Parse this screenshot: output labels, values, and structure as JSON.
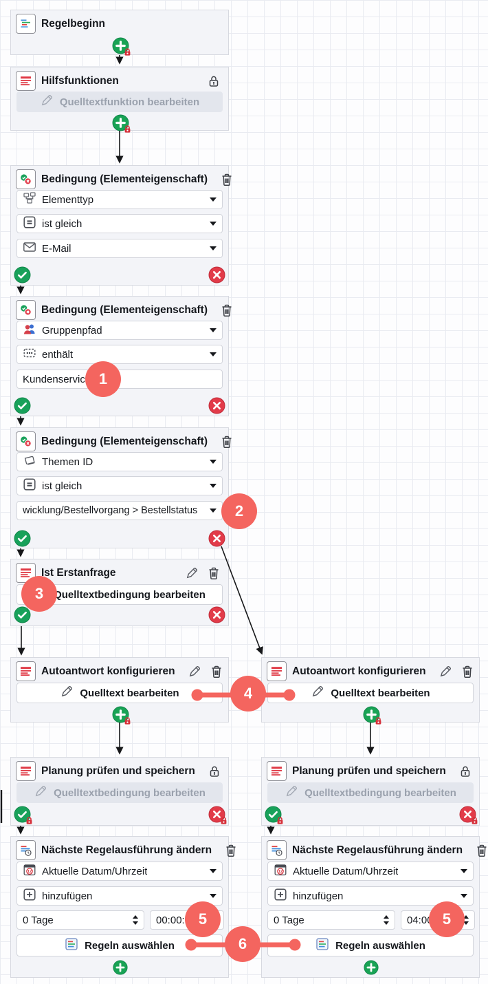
{
  "app": {
    "view": "workflow-rule-editor"
  },
  "colors": {
    "badge": "#f4655f",
    "success_green": "#18a15a",
    "error_red": "#e23b49",
    "lock_red": "#d6303a",
    "accent_blue": "#3f8ddb"
  },
  "blocks": [
    {
      "title": "Regelbeginn"
    },
    {
      "title": "Hilfsfunktionen",
      "button": "Quelltextfunktion bearbeiten"
    },
    {
      "title": "Bedingung (Elementeigenschaft)",
      "property": "Elementtyp",
      "operator": "ist gleich",
      "value": "E-Mail"
    },
    {
      "title": "Bedingung (Elementeigenschaft)",
      "property": "Gruppenpfad",
      "operator": "enthält",
      "value": "Kundenservice"
    },
    {
      "title": "Bedingung (Elementeigenschaft)",
      "property": "Themen ID",
      "operator": "ist gleich",
      "value": "wicklung/Bestellvorgang > Bestellstatus"
    },
    {
      "title": "Ist Erstanfrage",
      "button": "Quelltextbedingung bearbeiten"
    },
    {
      "title": "Autoantwort konfigurieren",
      "button": "Quelltext bearbeiten"
    },
    {
      "title": "Autoantwort konfigurieren",
      "button": "Quelltext bearbeiten"
    },
    {
      "title": "Planung prüfen und speichern",
      "button": "Quelltextbedingung bearbeiten"
    },
    {
      "title": "Planung prüfen und speichern",
      "button": "Quelltextbedingung bearbeiten"
    },
    {
      "title": "Nächste Regelausführung ändern",
      "source": "Aktuelle Datum/Uhrzeit",
      "operation": "hinzufügen",
      "days": "0 Tage",
      "time": "00:00:00",
      "button": "Regeln auswählen"
    },
    {
      "title": "Nächste Regelausführung ändern",
      "source": "Aktuelle Datum/Uhrzeit",
      "operation": "hinzufügen",
      "days": "0 Tage",
      "time": "04:00:00",
      "button": "Regeln auswählen"
    }
  ],
  "annotations": {
    "a1": "1",
    "a2": "2",
    "a3": "3",
    "a4": "4",
    "a5_left": "5",
    "a5_right": "5",
    "a6": "6"
  }
}
